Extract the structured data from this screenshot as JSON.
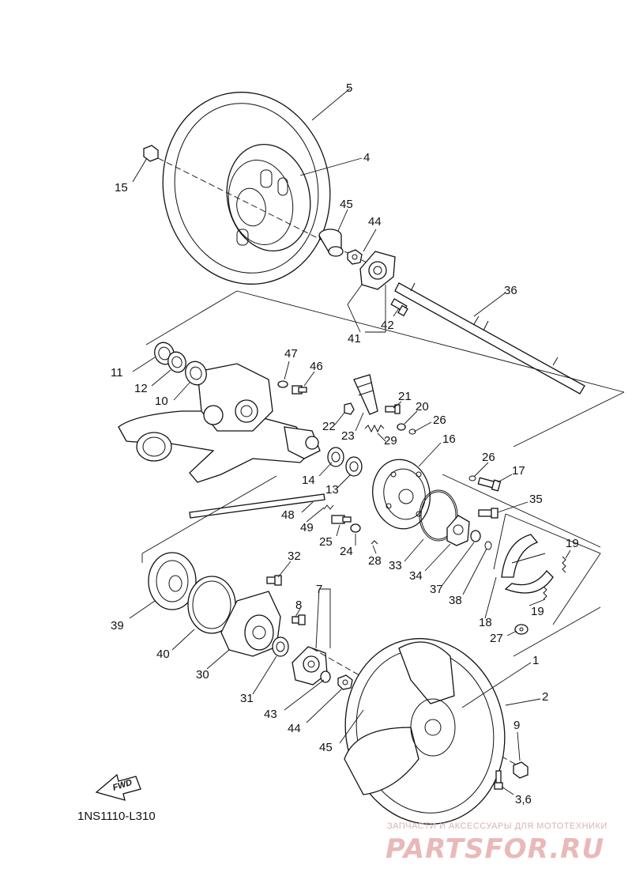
{
  "diagram": {
    "code": "1NS1110-L310",
    "fwd_label": "FWD",
    "callouts": [
      "5",
      "4",
      "15",
      "45",
      "44",
      "36",
      "41",
      "42",
      "47",
      "46",
      "11",
      "12",
      "10",
      "21",
      "20",
      "22",
      "23",
      "29",
      "26",
      "16",
      "26",
      "17",
      "14",
      "13",
      "48",
      "49",
      "25",
      "24",
      "28",
      "33",
      "35",
      "34",
      "37",
      "38",
      "19",
      "19",
      "18",
      "27",
      "32",
      "7",
      "8",
      "39",
      "40",
      "30",
      "31",
      "43",
      "44",
      "45",
      "1",
      "2",
      "9",
      "3,6"
    ]
  },
  "watermark": {
    "tagline": "ЗАПЧАСТИ И АКСЕССУАРЫ ДЛЯ МОТОТЕХНИКИ",
    "logo": "PARTSFOR.RU"
  }
}
